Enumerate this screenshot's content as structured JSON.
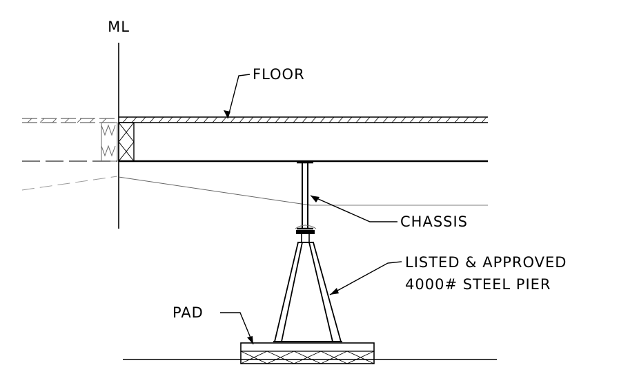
{
  "labels": {
    "centerline": "ML",
    "floor": "FLOOR",
    "chassis": "CHASSIS",
    "pier_line1": "LISTED & APPROVED",
    "pier_line2": "4000# STEEL PIER",
    "pad": "PAD"
  },
  "colors": {
    "ink": "#000000",
    "hidden": "#666666",
    "faint": "#999999",
    "background": "#ffffff"
  }
}
